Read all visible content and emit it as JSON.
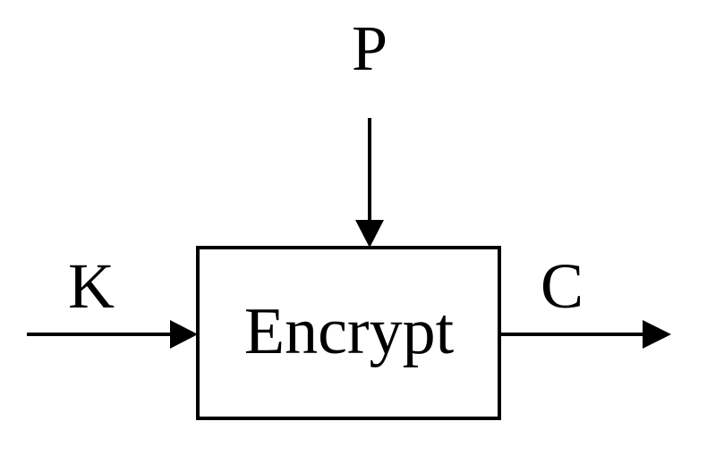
{
  "diagram": {
    "plaintext_label": "P",
    "key_label": "K",
    "ciphertext_label": "C",
    "process_label": "Encrypt"
  }
}
